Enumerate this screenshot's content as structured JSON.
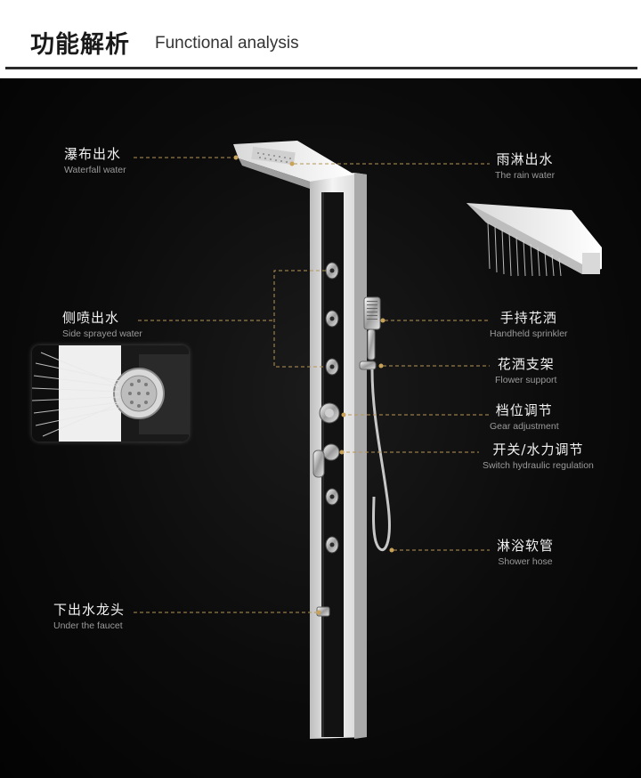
{
  "header": {
    "title": "功能解析",
    "subtitle": "Functional analysis"
  },
  "labels": {
    "waterfall": {
      "zh": "瀑布出水",
      "en": "Waterfall water"
    },
    "side_spray": {
      "zh": "侧喷出水",
      "en": "Side sprayed water"
    },
    "faucet": {
      "zh": "下出水龙头",
      "en": "Under the faucet"
    },
    "rain": {
      "zh": "雨淋出水",
      "en": "The rain water"
    },
    "handheld": {
      "zh": "手持花洒",
      "en": "Handheld sprinkler"
    },
    "support": {
      "zh": "花洒支架",
      "en": "Flower support"
    },
    "gear": {
      "zh": "档位调节",
      "en": "Gear adjustment"
    },
    "switch": {
      "zh": "开关/水力调节",
      "en": "Switch hydraulic regulation"
    },
    "hose": {
      "zh": "淋浴软管",
      "en": "Shower hose"
    }
  },
  "colors": {
    "accent": "#c9a25a",
    "background": "#0b0b0b",
    "panel_white": "#ededed",
    "panel_black": "#141414"
  }
}
